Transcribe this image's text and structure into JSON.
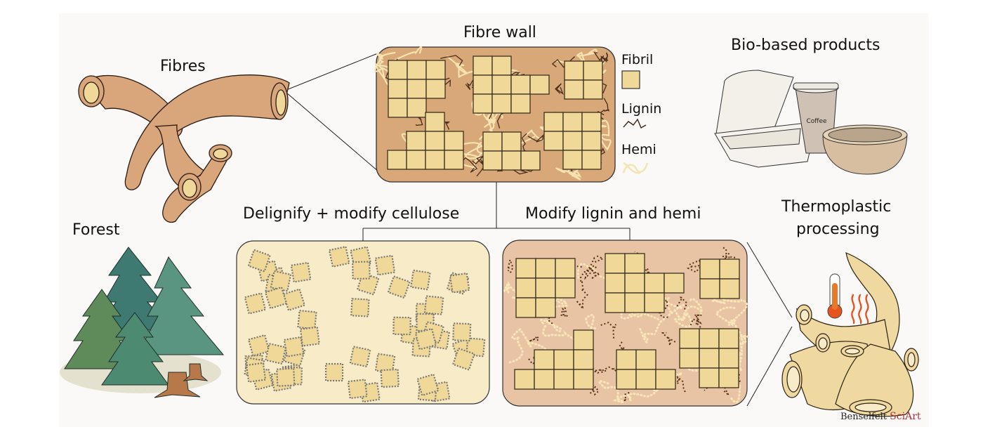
{
  "titles": {
    "fibres": "Fibres",
    "fibre_wall": "Fibre wall",
    "bio_based": "Bio-based products",
    "forest": "Forest",
    "delignify": "Delignify + modify cellulose",
    "modify": "Modify lignin and hemi",
    "thermo_line1": "Thermoplastic",
    "thermo_line2": "processing"
  },
  "legend": {
    "fibril": "Fibril",
    "lignin": "Lignin",
    "hemi": "Hemi"
  },
  "products": {
    "cup_label": "Coffee"
  },
  "credit": {
    "name": "Benselfelt",
    "brand": "SciArt"
  },
  "colors": {
    "background": "#faf9f7",
    "fibre": "#d9a57a",
    "fibril": "#f0d898",
    "wall": "#d8a878",
    "delignified": "#f8ebc8",
    "modified": "#e8c4a4",
    "lignin": "#4a2c1a",
    "hemi": "#f5e3b0",
    "tree_dark": "#3f7a72",
    "tree_mid": "#5a9582",
    "tree_light": "#5f8a5a",
    "stump": "#b8794a",
    "brand_red": "#b5303c"
  }
}
